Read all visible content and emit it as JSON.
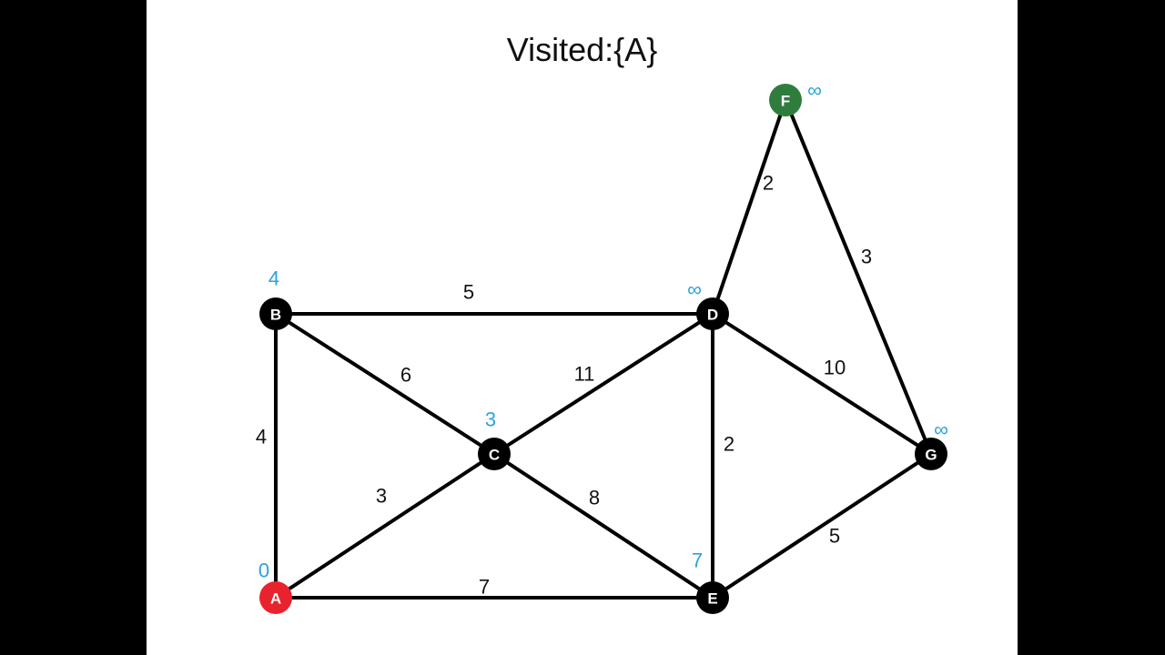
{
  "title": "Visited:{A}",
  "colors": {
    "background_letterbox": "#000000",
    "slide": "#ffffff",
    "edge": "#000000",
    "node_default": "#000000",
    "node_start": "#e8232e",
    "node_target": "#2f7d3d",
    "distance_label": "#29a3da"
  },
  "nodes": [
    {
      "id": "A",
      "label": "A",
      "distance": "0",
      "state": "start"
    },
    {
      "id": "B",
      "label": "B",
      "distance": "4",
      "state": "default"
    },
    {
      "id": "C",
      "label": "C",
      "distance": "3",
      "state": "default"
    },
    {
      "id": "D",
      "label": "D",
      "distance": "∞",
      "state": "default"
    },
    {
      "id": "E",
      "label": "E",
      "distance": "7",
      "state": "default"
    },
    {
      "id": "F",
      "label": "F",
      "distance": "∞",
      "state": "target"
    },
    {
      "id": "G",
      "label": "G",
      "distance": "∞",
      "state": "default"
    }
  ],
  "edges": [
    {
      "from": "B",
      "to": "D",
      "weight": "5"
    },
    {
      "from": "B",
      "to": "A",
      "weight": "4"
    },
    {
      "from": "B",
      "to": "C",
      "weight": "6"
    },
    {
      "from": "A",
      "to": "C",
      "weight": "3"
    },
    {
      "from": "A",
      "to": "E",
      "weight": "7"
    },
    {
      "from": "C",
      "to": "D",
      "weight": "11"
    },
    {
      "from": "C",
      "to": "E",
      "weight": "8"
    },
    {
      "from": "D",
      "to": "E",
      "weight": "2"
    },
    {
      "from": "D",
      "to": "F",
      "weight": "2"
    },
    {
      "from": "D",
      "to": "G",
      "weight": "10"
    },
    {
      "from": "F",
      "to": "G",
      "weight": "3"
    },
    {
      "from": "E",
      "to": "G",
      "weight": "5"
    }
  ]
}
